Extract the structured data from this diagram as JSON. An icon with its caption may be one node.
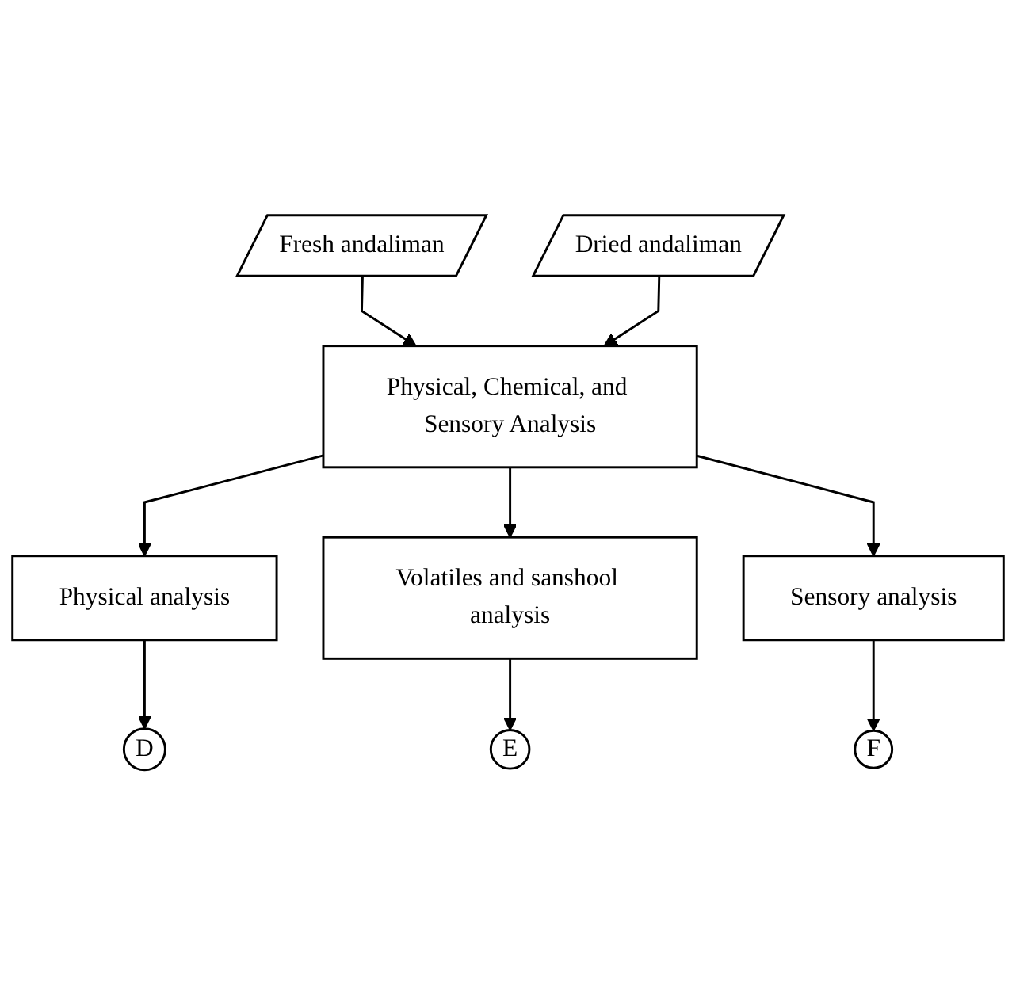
{
  "diagram": {
    "nodes": [
      {
        "text": [
          "Fresh andaliman"
        ]
      },
      {
        "text": [
          "Dried andaliman"
        ]
      },
      {
        "text": [
          "Physical, Chemical, and Sensory Analysis"
        ]
      },
      {
        "text": [
          "Physical analysis"
        ]
      },
      {
        "text": [
          "Volatiles and sanshool analysis"
        ]
      },
      {
        "text": [
          "Sensory analysis"
        ]
      },
      {
        "text": [
          "D"
        ]
      },
      {
        "text": [
          "E"
        ]
      },
      {
        "text": [
          "F"
        ]
      }
    ],
    "edges": [
      {
        "from": 0,
        "to": 2,
        "arrow": "to"
      },
      {
        "from": 1,
        "to": 2,
        "arrow": "to"
      },
      {
        "from": 2,
        "to": 3,
        "arrow": "to"
      },
      {
        "from": 2,
        "to": 4,
        "arrow": "to"
      },
      {
        "from": 2,
        "to": 5,
        "arrow": "to"
      },
      {
        "from": 3,
        "to": 6,
        "arrow": "to"
      },
      {
        "from": 4,
        "to": 7,
        "arrow": "to"
      },
      {
        "from": 5,
        "to": 8,
        "arrow": "to"
      }
    ]
  }
}
